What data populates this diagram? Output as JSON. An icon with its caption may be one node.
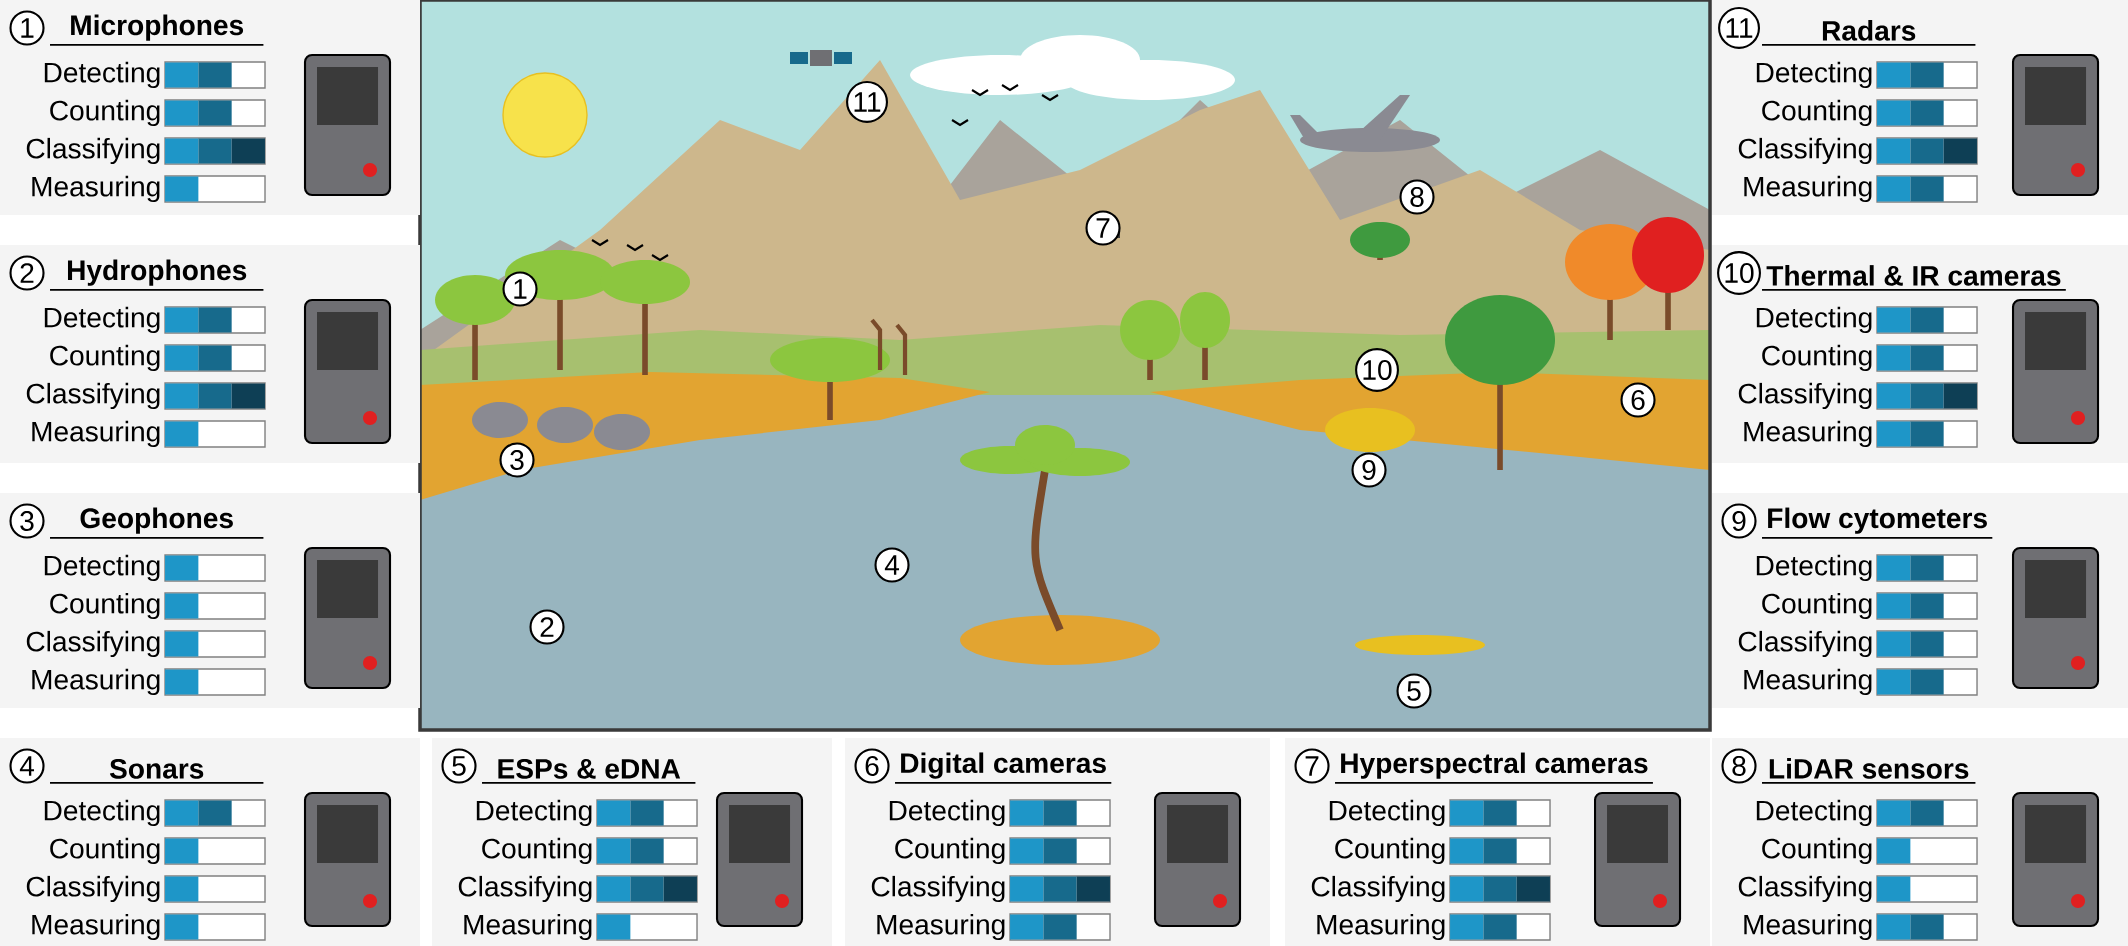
{
  "diagram": {
    "nodes": [
      {
        "text": [
          "1",
          "Microphones"
        ]
      },
      {
        "text": [
          "Detecting"
        ],
        "in": 0
      },
      {
        "text": [],
        "shape": "bar",
        "in": 1
      },
      {
        "text": [],
        "shape": "bar",
        "in": 1
      },
      {
        "text": [
          "Counting"
        ],
        "in": 0
      },
      {
        "text": [],
        "shape": "bar",
        "in": 4
      },
      {
        "text": [],
        "shape": "bar",
        "in": 4
      },
      {
        "text": [
          "Classifying"
        ],
        "in": 0
      },
      {
        "text": [],
        "shape": "bar",
        "in": 7
      },
      {
        "text": [],
        "shape": "bar",
        "in": 7
      },
      {
        "text": [],
        "shape": "bar",
        "in": 7
      },
      {
        "text": [
          "Measuring"
        ],
        "in": 0
      },
      {
        "text": [],
        "shape": "bar",
        "in": 11
      },
      {
        "text": [
          "2",
          "Hydrophones"
        ]
      },
      {
        "text": [
          "Detecting"
        ],
        "in": 13
      },
      {
        "text": [],
        "shape": "bar",
        "in": 14
      },
      {
        "text": [],
        "shape": "bar",
        "in": 14
      },
      {
        "text": [
          "Counting"
        ],
        "in": 13
      },
      {
        "text": [],
        "shape": "bar",
        "in": 17
      },
      {
        "text": [],
        "shape": "bar",
        "in": 17
      },
      {
        "text": [
          "Classifying"
        ],
        "in": 13
      },
      {
        "text": [],
        "shape": "bar",
        "in": 20
      },
      {
        "text": [],
        "shape": "bar",
        "in": 20
      },
      {
        "text": [],
        "shape": "bar",
        "in": 20
      },
      {
        "text": [
          "Measuring"
        ],
        "in": 13
      },
      {
        "text": [],
        "shape": "bar",
        "in": 24
      },
      {
        "text": [
          "3",
          "Geophones"
        ]
      },
      {
        "text": [
          "Detecting"
        ],
        "in": 26
      },
      {
        "text": [],
        "shape": "bar",
        "in": 27
      },
      {
        "text": [
          "Counting"
        ],
        "in": 26
      },
      {
        "text": [],
        "shape": "bar",
        "in": 29
      },
      {
        "text": [
          "Classifying"
        ],
        "in": 26
      },
      {
        "text": [],
        "shape": "bar",
        "in": 31
      },
      {
        "text": [
          "Measuring"
        ],
        "in": 26
      },
      {
        "text": [],
        "shape": "bar",
        "in": 33
      },
      {
        "text": [
          "4",
          "Sonars"
        ]
      },
      {
        "text": [
          "Detecting"
        ],
        "in": 35
      },
      {
        "text": [],
        "shape": "bar",
        "in": 36
      },
      {
        "text": [],
        "shape": "bar",
        "in": 36
      },
      {
        "text": [
          "Counting"
        ],
        "in": 35
      },
      {
        "text": [],
        "shape": "bar",
        "in": 39
      },
      {
        "text": [
          "Classifying"
        ],
        "in": 35
      },
      {
        "text": [],
        "shape": "bar",
        "in": 41
      },
      {
        "text": [
          "Measuring"
        ],
        "in": 35
      },
      {
        "text": [],
        "shape": "bar",
        "in": 43
      },
      {
        "text": [
          "5",
          "ESPs & eDNA"
        ]
      },
      {
        "text": [
          "Detecting"
        ],
        "in": 45
      },
      {
        "text": [],
        "shape": "bar",
        "in": 46
      },
      {
        "text": [],
        "shape": "bar",
        "in": 46
      },
      {
        "text": [
          "Counting"
        ],
        "in": 45
      },
      {
        "text": [],
        "shape": "bar",
        "in": 49
      },
      {
        "text": [],
        "shape": "bar",
        "in": 49
      },
      {
        "text": [
          "Classifying"
        ],
        "in": 45
      },
      {
        "text": [],
        "shape": "bar",
        "in": 52
      },
      {
        "text": [],
        "shape": "bar",
        "in": 52
      },
      {
        "text": [],
        "shape": "bar",
        "in": 52
      },
      {
        "text": [
          "Measuring"
        ],
        "in": 45
      },
      {
        "text": [],
        "shape": "bar",
        "in": 56
      },
      {
        "text": [
          "6",
          "Digital cameras"
        ]
      },
      {
        "text": [
          "Detecting"
        ],
        "in": 58
      },
      {
        "text": [],
        "shape": "bar",
        "in": 59
      },
      {
        "text": [],
        "shape": "bar",
        "in": 59
      },
      {
        "text": [
          "Counting"
        ],
        "in": 58
      },
      {
        "text": [],
        "shape": "bar",
        "in": 62
      },
      {
        "text": [],
        "shape": "bar",
        "in": 62
      },
      {
        "text": [
          "Classifying"
        ],
        "in": 58
      },
      {
        "text": [],
        "shape": "bar",
        "in": 65
      },
      {
        "text": [],
        "shape": "bar",
        "in": 65
      },
      {
        "text": [],
        "shape": "bar",
        "in": 65
      },
      {
        "text": [
          "Measuring"
        ],
        "in": 58
      },
      {
        "text": [],
        "shape": "bar",
        "in": 69
      },
      {
        "text": [],
        "shape": "bar",
        "in": 69
      },
      {
        "text": [
          "7",
          "Hyperspectral cameras"
        ]
      },
      {
        "text": [
          "Detecting"
        ],
        "in": 72
      },
      {
        "text": [],
        "shape": "bar",
        "in": 73
      },
      {
        "text": [],
        "shape": "bar",
        "in": 73
      },
      {
        "text": [
          "Counting"
        ],
        "in": 72
      },
      {
        "text": [],
        "shape": "bar",
        "in": 76
      },
      {
        "text": [],
        "shape": "bar",
        "in": 76
      },
      {
        "text": [
          "Classifying"
        ],
        "in": 72
      },
      {
        "text": [],
        "shape": "bar",
        "in": 79
      },
      {
        "text": [],
        "shape": "bar",
        "in": 79
      },
      {
        "text": [],
        "shape": "bar",
        "in": 79
      },
      {
        "text": [
          "Measuring"
        ],
        "in": 72
      },
      {
        "text": [],
        "shape": "bar",
        "in": 83
      },
      {
        "text": [],
        "shape": "bar",
        "in": 83
      },
      {
        "text": [
          "8",
          "LiDAR sensors"
        ]
      },
      {
        "text": [
          "Detecting"
        ],
        "in": 86
      },
      {
        "text": [],
        "shape": "bar",
        "in": 87
      },
      {
        "text": [],
        "shape": "bar",
        "in": 87
      },
      {
        "text": [
          "Counting"
        ],
        "in": 86
      },
      {
        "text": [],
        "shape": "bar",
        "in": 90
      },
      {
        "text": [
          "Classifying"
        ],
        "in": 86
      },
      {
        "text": [],
        "shape": "bar",
        "in": 92
      },
      {
        "text": [
          "Measuring"
        ],
        "in": 86
      },
      {
        "text": [],
        "shape": "bar",
        "in": 94
      },
      {
        "text": [],
        "shape": "bar",
        "in": 94
      },
      {
        "text": [
          "9",
          "Flow cytometers"
        ]
      },
      {
        "text": [
          "Detecting"
        ],
        "in": 97
      },
      {
        "text": [],
        "shape": "bar",
        "in": 98
      },
      {
        "text": [],
        "shape": "bar",
        "in": 98
      },
      {
        "text": [
          "Counting"
        ],
        "in": 97
      },
      {
        "text": [],
        "shape": "bar",
        "in": 101
      },
      {
        "text": [],
        "shape": "bar",
        "in": 101
      },
      {
        "text": [
          "Classifying"
        ],
        "in": 97
      },
      {
        "text": [],
        "shape": "bar",
        "in": 104
      },
      {
        "text": [],
        "shape": "bar",
        "in": 104
      },
      {
        "text": [
          "Measuring"
        ],
        "in": 97
      },
      {
        "text": [],
        "shape": "bar",
        "in": 107
      },
      {
        "text": [],
        "shape": "bar",
        "in": 107
      },
      {
        "text": [
          "10",
          "Thermal & IR cameras"
        ]
      },
      {
        "text": [
          "Detecting"
        ],
        "in": 110
      },
      {
        "text": [],
        "shape": "bar",
        "in": 111
      },
      {
        "text": [],
        "shape": "bar",
        "in": 111
      },
      {
        "text": [
          "Counting"
        ],
        "in": 110
      },
      {
        "text": [],
        "shape": "bar",
        "in": 114
      },
      {
        "text": [],
        "shape": "bar",
        "in": 114
      },
      {
        "text": [
          "Classifying"
        ],
        "in": 110
      },
      {
        "text": [],
        "shape": "bar",
        "in": 117
      },
      {
        "text": [],
        "shape": "bar",
        "in": 117
      },
      {
        "text": [],
        "shape": "bar",
        "in": 117
      },
      {
        "text": [
          "Measuring"
        ],
        "in": 110
      },
      {
        "text": [],
        "shape": "bar",
        "in": 121
      },
      {
        "text": [],
        "shape": "bar",
        "in": 121
      },
      {
        "text": [
          "11",
          "Radars"
        ]
      },
      {
        "text": [
          "Detecting"
        ],
        "in": 124
      },
      {
        "text": [],
        "shape": "bar",
        "in": 125
      },
      {
        "text": [],
        "shape": "bar",
        "in": 125
      },
      {
        "text": [
          "Counting"
        ],
        "in": 124
      },
      {
        "text": [],
        "shape": "bar",
        "in": 128
      },
      {
        "text": [],
        "shape": "bar",
        "in": 128
      },
      {
        "text": [
          "Classifying"
        ],
        "in": 124
      },
      {
        "text": [],
        "shape": "bar",
        "in": 131
      },
      {
        "text": [],
        "shape": "bar",
        "in": 131
      },
      {
        "text": [],
        "shape": "bar",
        "in": 131
      },
      {
        "text": [
          "Measuring"
        ],
        "in": 124
      },
      {
        "text": [],
        "shape": "bar",
        "in": 135
      },
      {
        "text": [],
        "shape": "bar",
        "in": 135
      }
    ],
    "labels": [
      "11",
      "1",
      "7",
      "8",
      "10",
      "3",
      "9",
      "4",
      "2",
      "5",
      "6"
    ]
  }
}
